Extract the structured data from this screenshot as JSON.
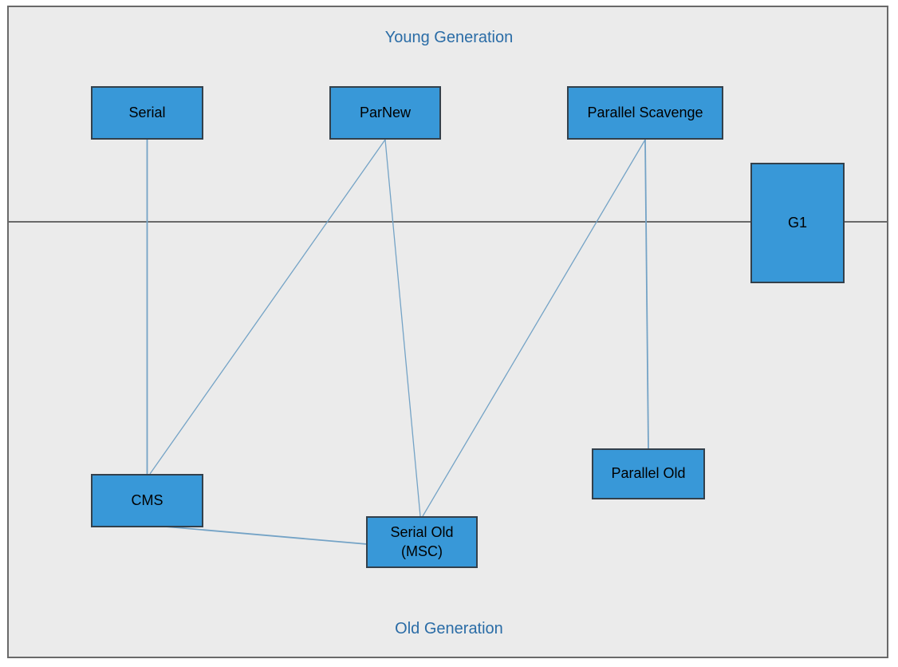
{
  "diagram": {
    "regions": {
      "young": {
        "label": "Young Generation"
      },
      "old": {
        "label": "Old Generation"
      }
    },
    "nodes": {
      "serial": {
        "label": "Serial"
      },
      "parnew": {
        "label": "ParNew"
      },
      "parallel_scavenge": {
        "label": "Parallel Scavenge"
      },
      "g1": {
        "label": "G1"
      },
      "cms": {
        "label": "CMS"
      },
      "serial_old": {
        "label": "Serial Old",
        "sublabel": "(MSC)"
      },
      "parallel_old": {
        "label": "Parallel Old"
      }
    },
    "edges": [
      {
        "from": "serial",
        "to": "cms"
      },
      {
        "from": "parnew",
        "to": "cms"
      },
      {
        "from": "parnew",
        "to": "serial_old"
      },
      {
        "from": "parallel_scavenge",
        "to": "serial_old"
      },
      {
        "from": "parallel_scavenge",
        "to": "parallel_old"
      },
      {
        "from": "cms",
        "to": "serial_old"
      }
    ],
    "colors": {
      "node_fill": "#3898d8",
      "node_border": "#33404b",
      "node_text": "#000000",
      "edge_line": "#74a3c6",
      "divider_line": "#696969",
      "frame_border": "#696969",
      "canvas_background": "#ebebeb",
      "page_background": "#ffffff",
      "region_label": "#2a6ca6"
    }
  }
}
